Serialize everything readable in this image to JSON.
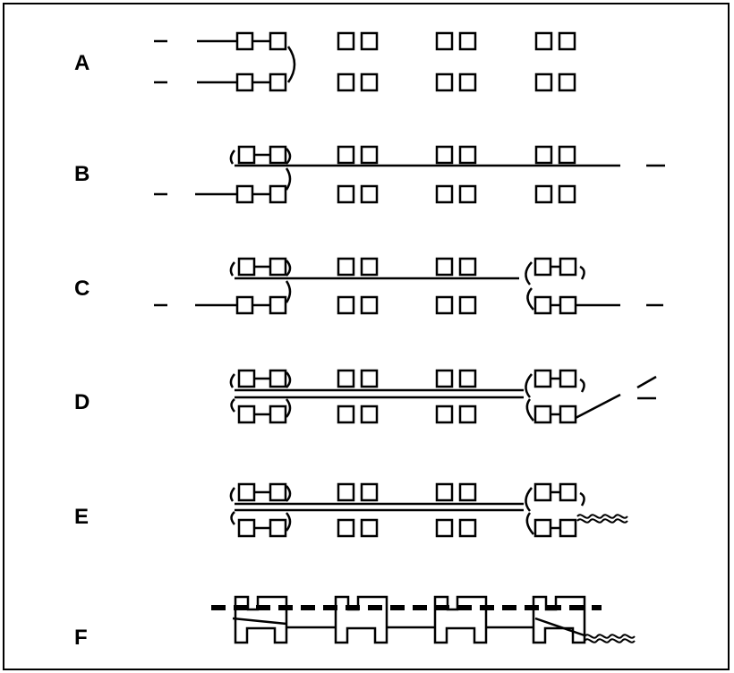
{
  "rows": [
    {
      "id": "A",
      "label": "A"
    },
    {
      "id": "B",
      "label": "B"
    },
    {
      "id": "C",
      "label": "C"
    },
    {
      "id": "D",
      "label": "D"
    },
    {
      "id": "E",
      "label": "E"
    },
    {
      "id": "F",
      "label": "F"
    }
  ],
  "colors": {
    "ink": "#000000",
    "background": "#ffffff"
  }
}
